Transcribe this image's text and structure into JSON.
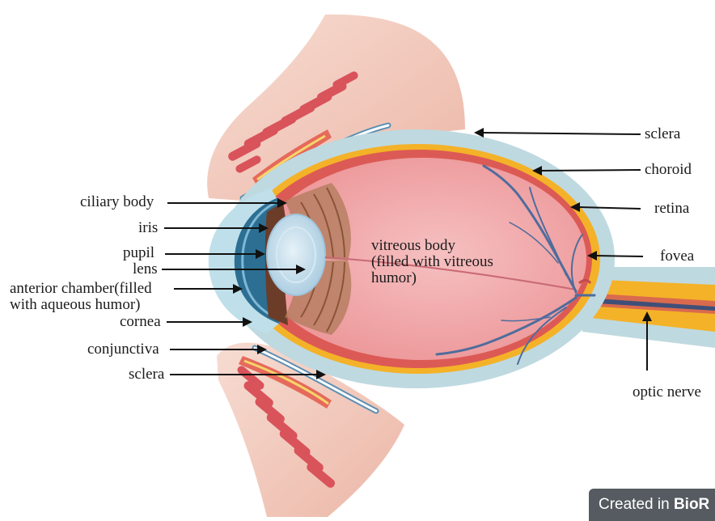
{
  "labels": {
    "sclera_top": "sclera",
    "choroid": "choroid",
    "retina": "retina",
    "fovea": "fovea",
    "optic_nerve": "optic nerve",
    "vitreous_body": "vitreous body\n(filled with vitreous\nhumor)",
    "ciliary_body": "ciliary body",
    "iris": "iris",
    "pupil": "pupil",
    "lens": "lens",
    "anterior_chamber": "anterior chamber(filled\nwith aqueous humor)",
    "cornea": "cornea",
    "conjunctiva": "conjunctiva",
    "sclera_bottom": "sclera"
  },
  "watermark": {
    "prefix": "Created in",
    "brand": "BioR"
  },
  "colors": {
    "sclera": "#bfd9e0",
    "choroid": "#dc5a55",
    "retina_band": "#f4b228",
    "vitreous": "#f0a6a8",
    "eyelid_skin": "#f2c4b6",
    "muscle": "#d9535b",
    "lens": "#c9e1ef",
    "iris": "#6b3c28",
    "cornea": "#2c6f93",
    "vessels": "#4f6c9c"
  }
}
